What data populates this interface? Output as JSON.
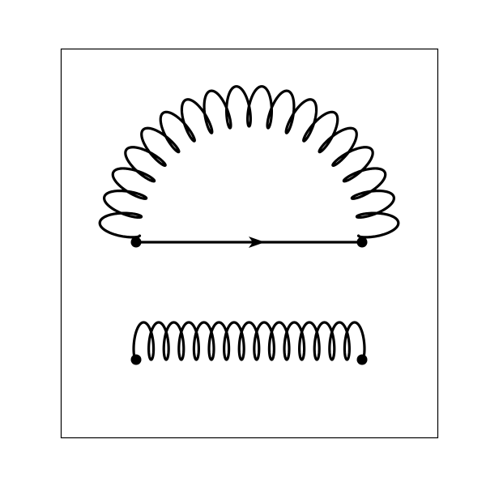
{
  "diagram": {
    "kind": "feynman-diagrams",
    "ink_color": "#000000",
    "background_color": "#ffffff",
    "top_diagram": {
      "fermion_line": {
        "arrow": "right"
      },
      "gluon_arc": {
        "shape": "semicircle",
        "loops": 18
      },
      "vertices": 2
    },
    "bottom_diagram": {
      "gluon_line": {
        "shape": "straight",
        "loops": 15
      },
      "vertices": 2
    }
  }
}
